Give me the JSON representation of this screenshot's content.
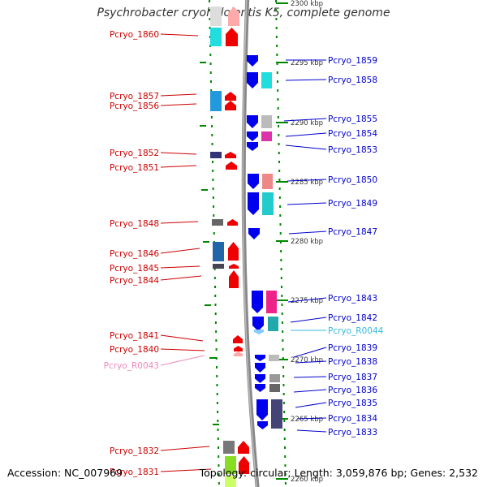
{
  "title": "Psychrobacter cryohalolentis K5, complete genome",
  "accession": "Accession: NC_007969",
  "summary": "Topology: circular; Length: 3,059,876 bp; Genes: 2,532",
  "colors": {
    "left_label": "#cc0000",
    "right_label": "#0000cc",
    "rna_right_label": "#33bbdd",
    "rna_left_label": "#ee88bb",
    "backbone": "#888888",
    "tick": "#008800"
  },
  "scale_labels": [
    "2300 kbp",
    "2295 kbp",
    "2290 kbp",
    "2285 kbp",
    "2280 kbp",
    "2275 kbp",
    "2270 kbp",
    "2265 kbp",
    "2260 kbp"
  ],
  "left_genes": [
    "Pcryo_1860",
    "Pcryo_1857",
    "Pcryo_1856",
    "Pcryo_1852",
    "Pcryo_1851",
    "Pcryo_1848",
    "Pcryo_1846",
    "Pcryo_1845",
    "Pcryo_1844",
    "Pcryo_1841",
    "Pcryo_1840",
    "Pcryo_R0043",
    "Pcryo_1832",
    "Pcryo_1831"
  ],
  "right_genes": [
    "Pcryo_1859",
    "Pcryo_1858",
    "Pcryo_1855",
    "Pcryo_1854",
    "Pcryo_1853",
    "Pcryo_1850",
    "Pcryo_1849",
    "Pcryo_1847",
    "Pcryo_1843",
    "Pcryo_1842",
    "Pcryo_R0044",
    "Pcryo_1839",
    "Pcryo_1838",
    "Pcryo_1837",
    "Pcryo_1836",
    "Pcryo_1835",
    "Pcryo_1834",
    "Pcryo_1833"
  ]
}
